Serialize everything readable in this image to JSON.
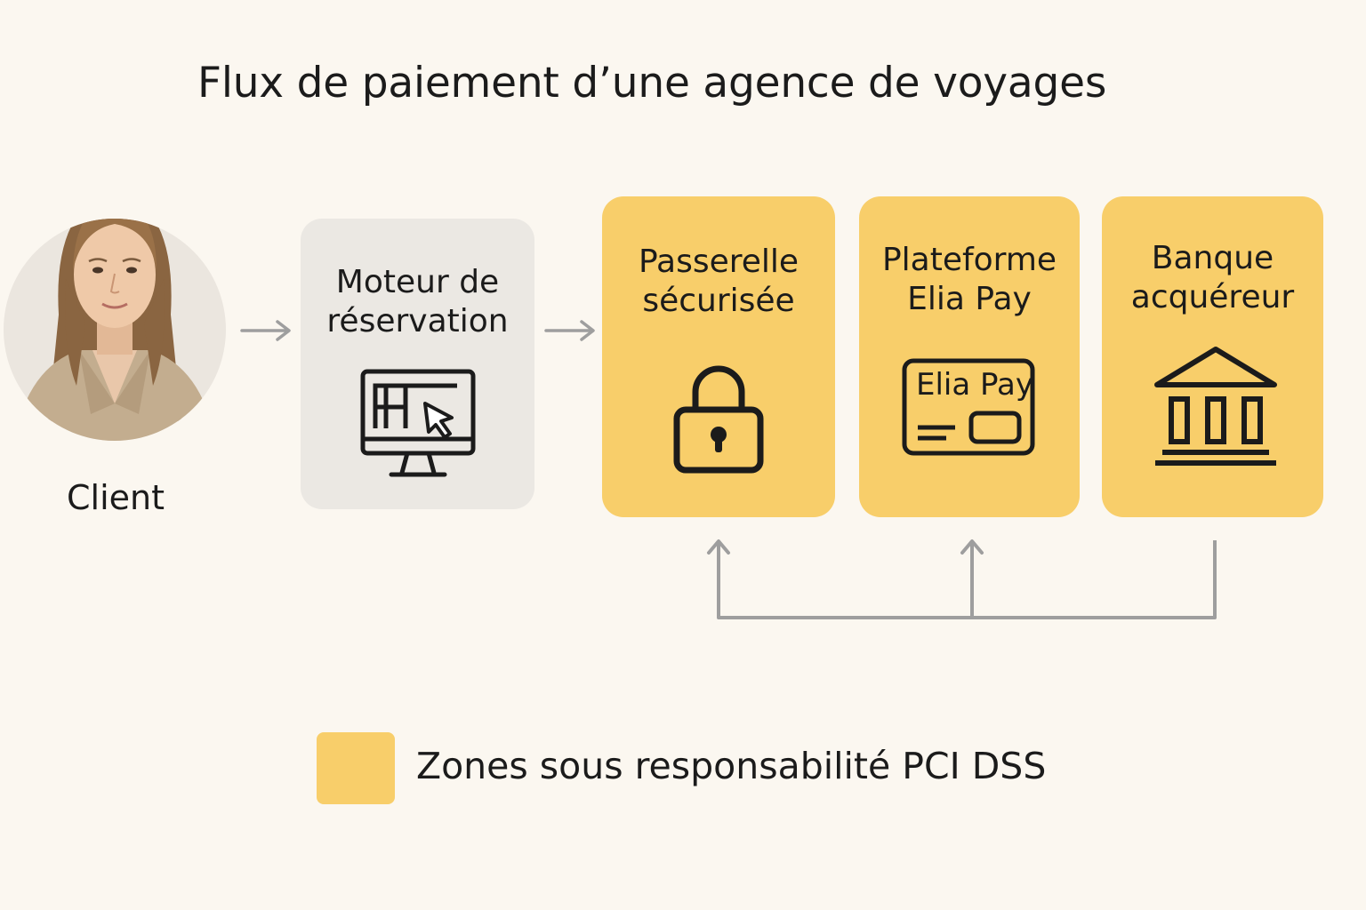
{
  "title": "Flux de paiement d’une agence de voyages",
  "client": {
    "label": "Client",
    "icon": "client-portrait"
  },
  "steps": [
    {
      "label": "Moteur de\nréservation",
      "icon": "computer-monitor-icon",
      "style": "gray"
    },
    {
      "label": "Passerelle\nsécurisée",
      "icon": "padlock-icon",
      "style": "yellow"
    },
    {
      "label": "Plateforme\nElia Pay",
      "icon": "card-icon",
      "card_text": "Elia Pay",
      "style": "yellow"
    },
    {
      "label": "Banque\nacquéreur",
      "icon": "bank-icon",
      "style": "yellow"
    }
  ],
  "legend": {
    "label": "Zones sous responsabilité PCI DSS",
    "color": "#f8ce6a"
  },
  "colors": {
    "background": "#fbf7f0",
    "highlight": "#f8ce6a",
    "neutral": "#ebe8e3",
    "arrow": "#9e9e9e"
  }
}
